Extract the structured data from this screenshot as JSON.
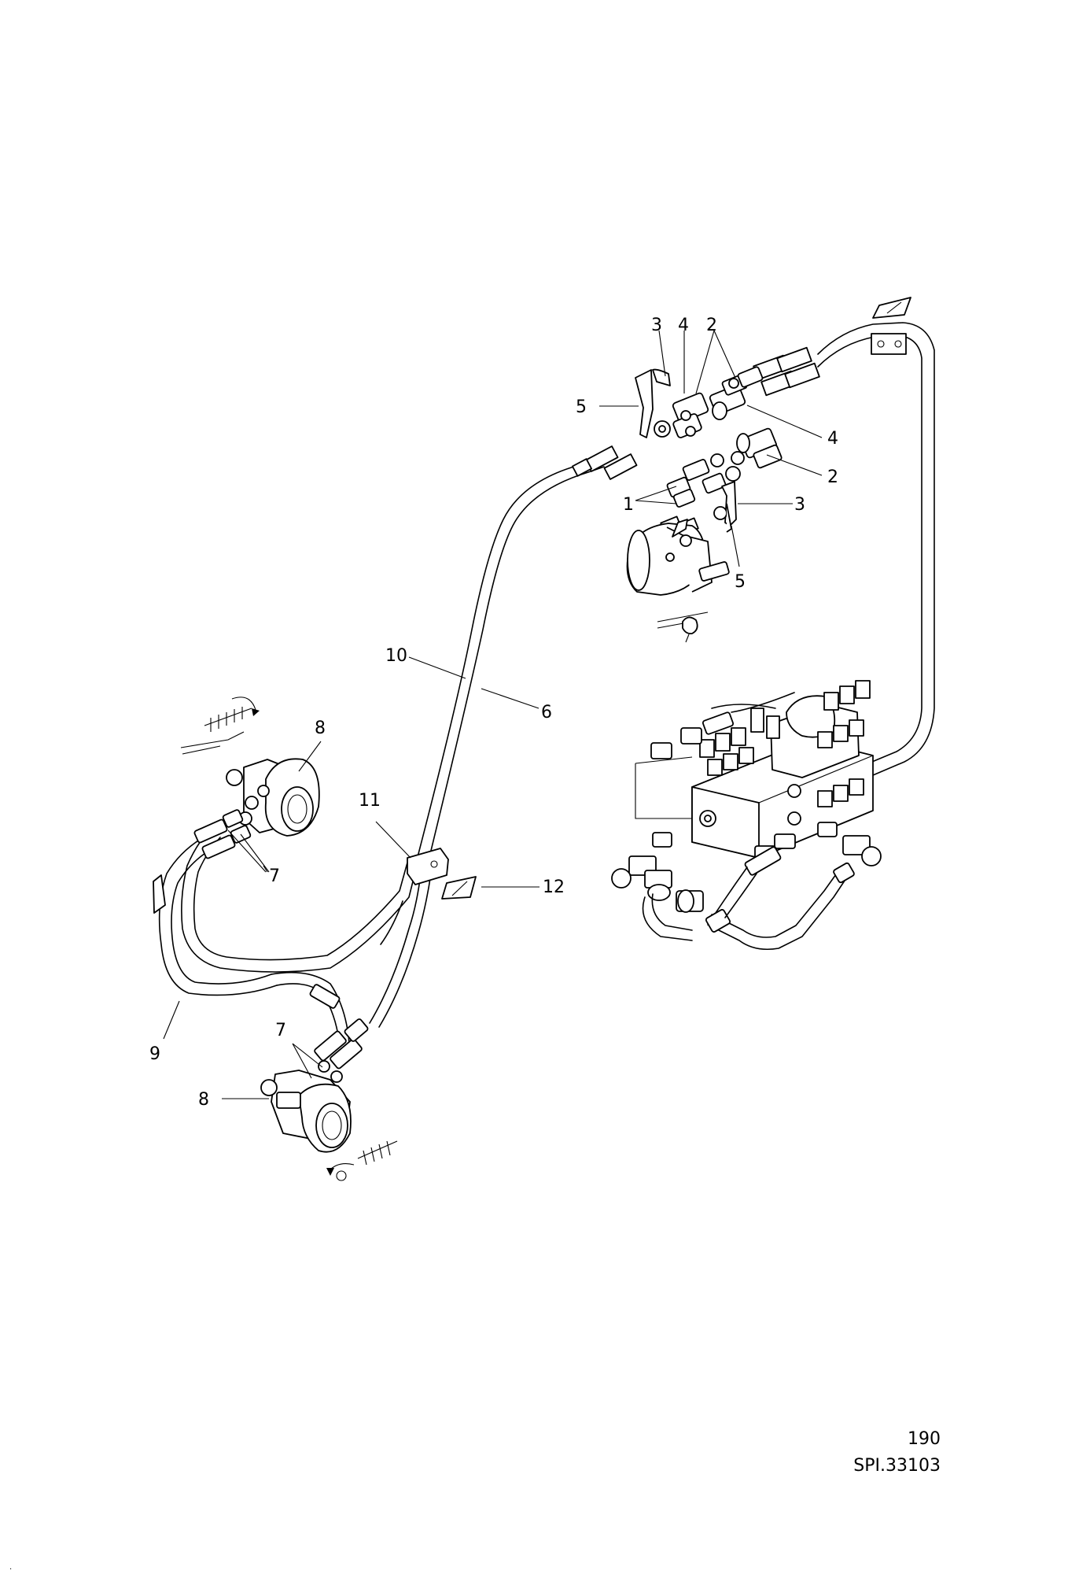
{
  "callouts": {
    "c1": "1",
    "c2a": "2",
    "c2b": "2",
    "c3a": "3",
    "c3b": "3",
    "c4a": "4",
    "c4b": "4",
    "c5a": "5",
    "c5b": "5",
    "c6": "6",
    "c7a": "7",
    "c7b": "7",
    "c8a": "8",
    "c8b": "8",
    "c9": "9",
    "c10": "10",
    "c11": "11",
    "c12": "12"
  },
  "footer": {
    "page": "190",
    "code": "SPI.33103",
    "corner_mark": "."
  }
}
